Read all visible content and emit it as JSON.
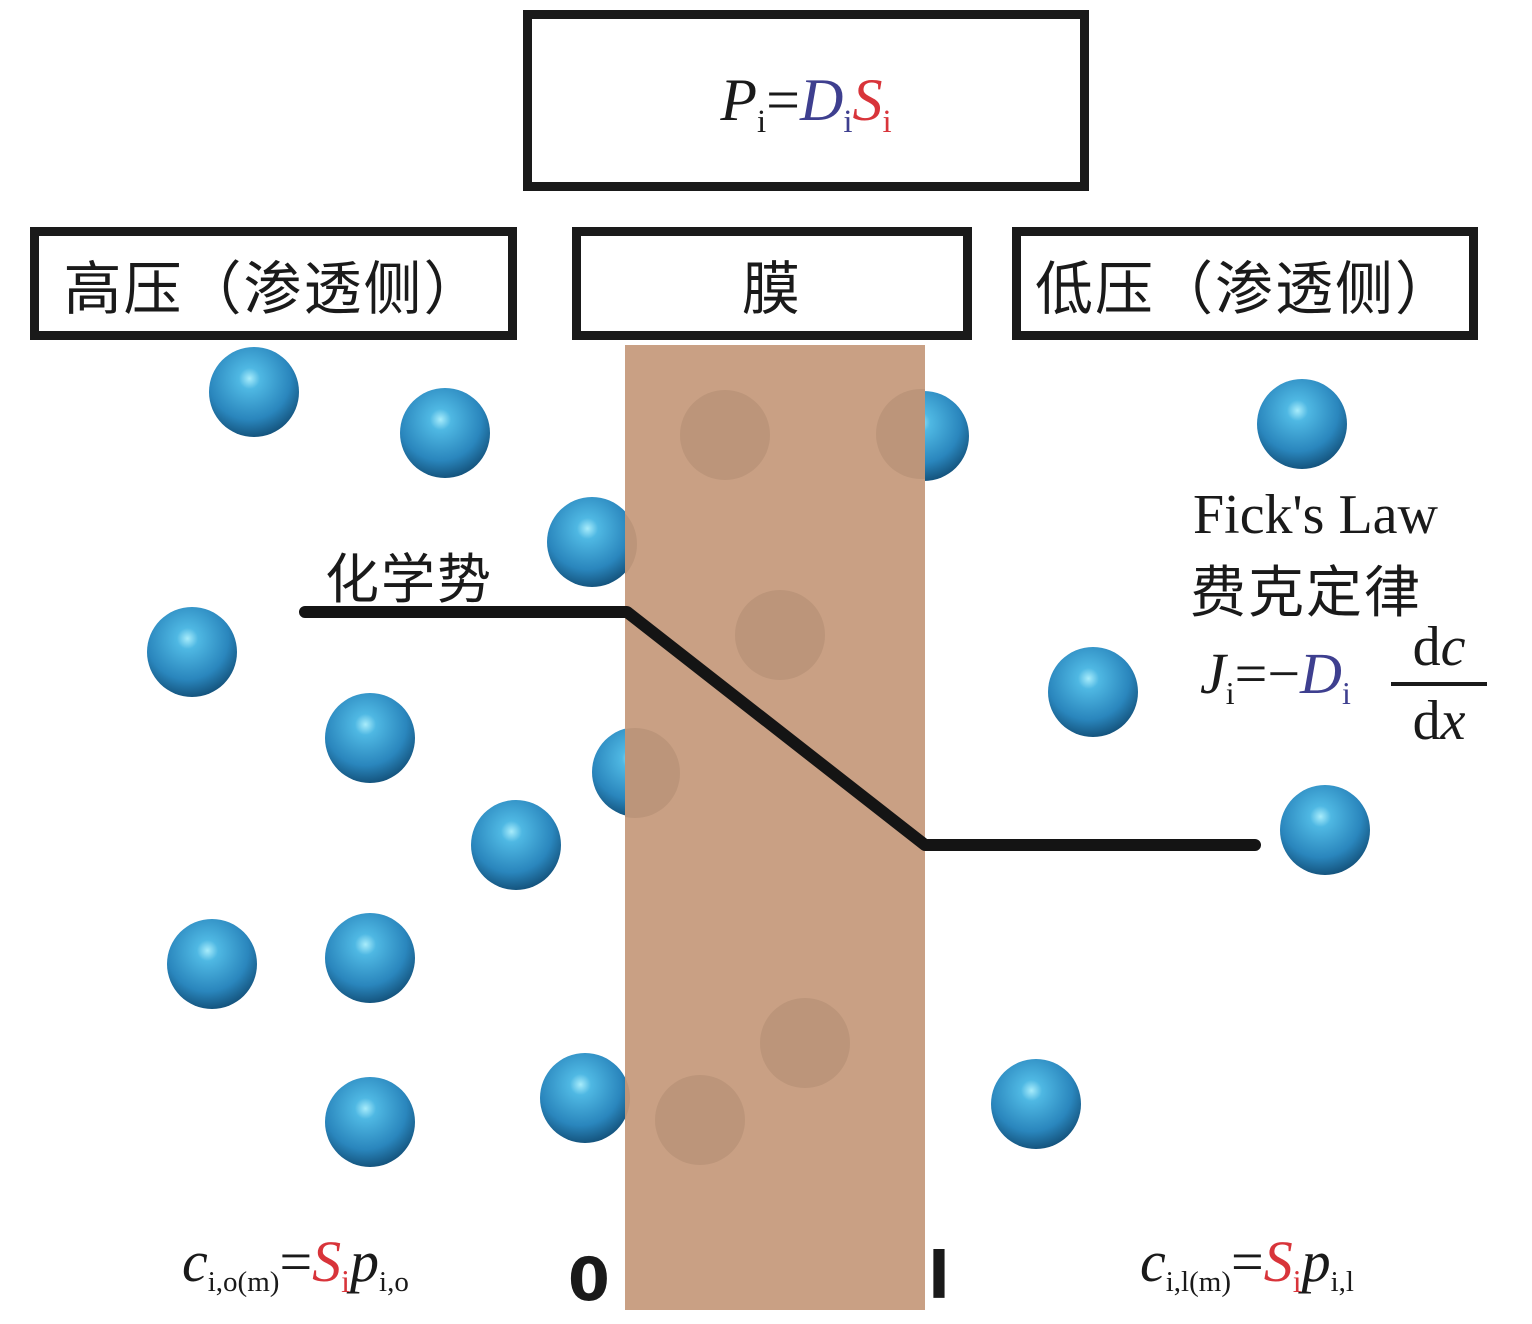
{
  "header": {
    "P": "P",
    "P_sub": "i",
    "equals": "=",
    "D": "D",
    "D_sub": "i",
    "S": "S",
    "S_sub": "i"
  },
  "labels": {
    "high_pressure": "高压（渗透侧）",
    "membrane": "膜",
    "low_pressure": "低压（渗透侧）",
    "chemical_potential": "化学势",
    "ficks_law_en": "Fick's Law",
    "ficks_law_cn": "费克定律",
    "pos_start": "0",
    "pos_end": "l"
  },
  "fick": {
    "J": "J",
    "J_sub": "i",
    "eq": "=−",
    "D": "D",
    "D_sub": "i",
    "num_d": "d",
    "num_c": "c",
    "den_d": "d",
    "den_x": "x"
  },
  "eq_left": {
    "c": "c",
    "c_sub": "i,o(m)",
    "eq": "=",
    "S": "S",
    "S_sub": "i",
    "p": "p",
    "p_sub": "i,o"
  },
  "eq_right": {
    "c": "c",
    "c_sub": "i,l(m)",
    "eq": "=",
    "S": "S",
    "S_sub": "i",
    "p": "p",
    "p_sub": "i,l"
  },
  "colors": {
    "membrane": "#c9a084",
    "molecule": "#2f8fc4",
    "molecule_highlight": "#7fd6f2",
    "molecule_dark": "#165a8a",
    "line": "#141414",
    "red": "#d8343a",
    "blue": "#3e3f8f"
  }
}
